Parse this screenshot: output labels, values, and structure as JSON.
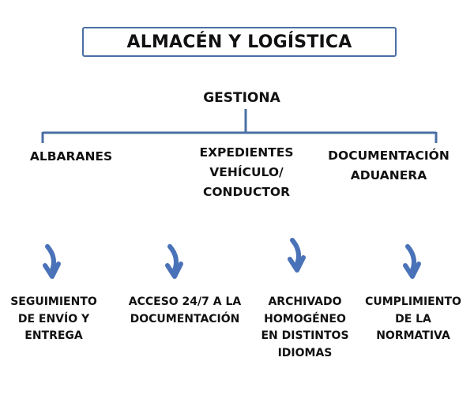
{
  "title": "ALMACÉN Y LOGÍSTICA",
  "verb": "GESTIONA",
  "categories": [
    {
      "lines": [
        "ALBARANES"
      ]
    },
    {
      "lines": [
        "EXPEDIENTES",
        "VEHÍCULO/",
        "CONDUCTOR"
      ]
    },
    {
      "lines": [
        "DOCUMENTACIÓN",
        "ADUANERA"
      ]
    }
  ],
  "results": [
    {
      "lines": [
        "SEGUIMIENTO",
        "DE ENVÍO Y",
        "ENTREGA"
      ]
    },
    {
      "lines": [
        "ACCESO 24/7 A LA",
        "DOCUMENTACIÓN"
      ]
    },
    {
      "lines": [
        "ARCHIVADO",
        "HOMOGÉNEO",
        "EN DISTINTOS",
        "IDIOMAS"
      ]
    },
    {
      "lines": [
        "CUMPLIMIENTO",
        "DE LA",
        "NORMATIVA"
      ]
    }
  ],
  "colors": {
    "accent": "#4a6fa5",
    "arrow": "#4a72b8",
    "text": "#111111"
  }
}
